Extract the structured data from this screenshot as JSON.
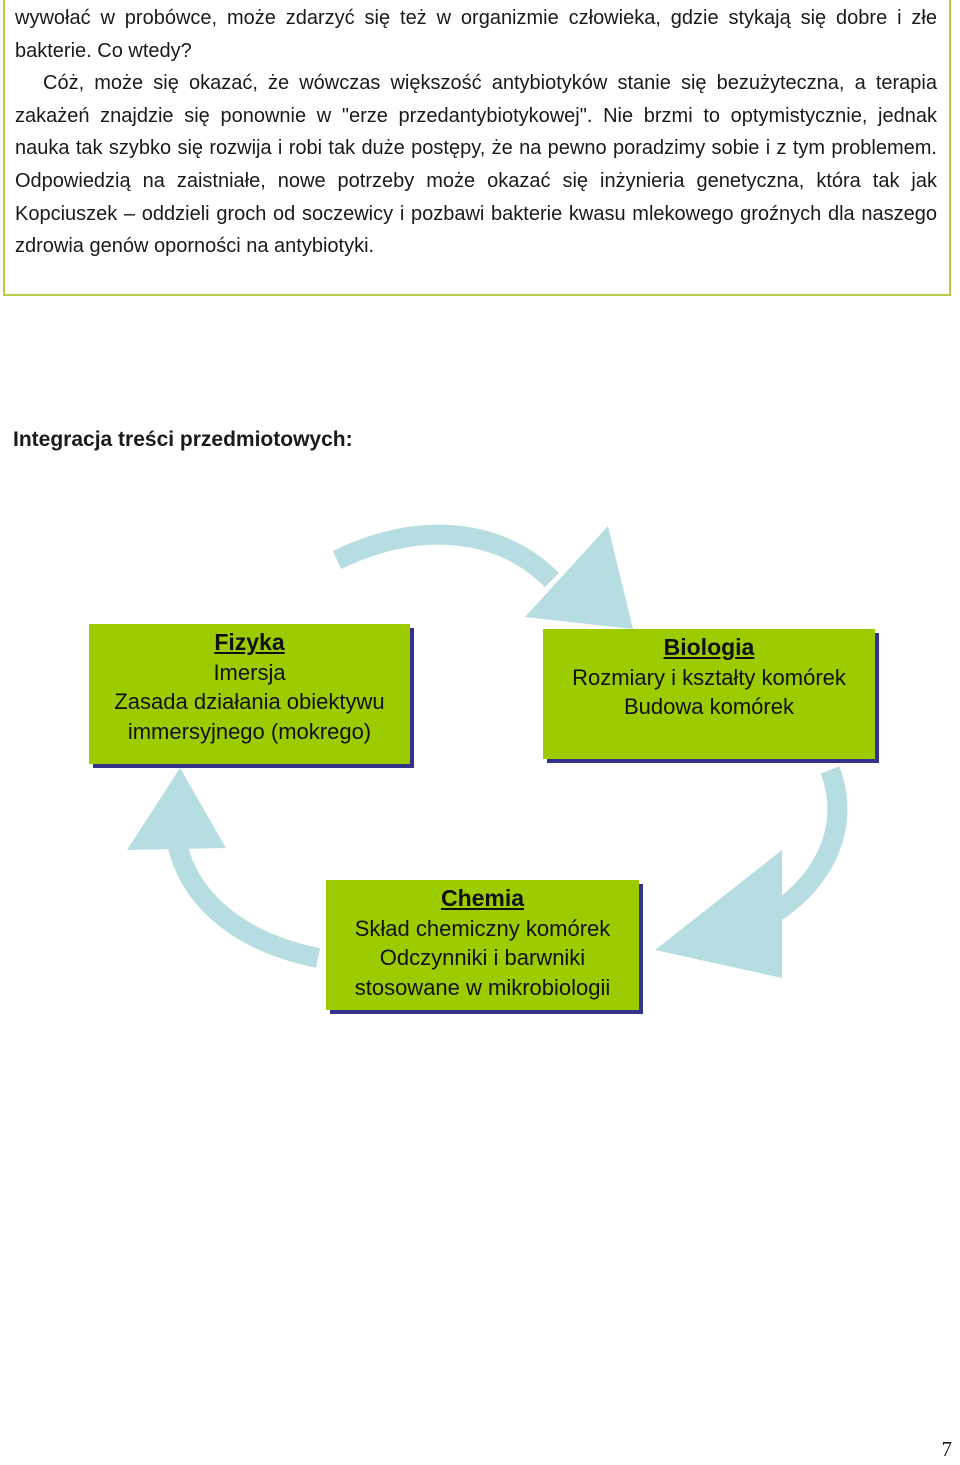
{
  "body_text": {
    "paragraph_1": "wywołać w probówce, może zdarzyć się też w organizmie człowieka, gdzie stykają się dobre i złe bakterie. Co wtedy?",
    "paragraph_2": "Cóż, może się okazać, że wówczas większość antybiotyków stanie się bezużyteczna, a terapia zakażeń znajdzie się ponownie w \"erze przedantybiotykowej\". Nie brzmi to optymistycznie, jednak nauka tak szybko się rozwija i robi tak duże postępy, że na pewno poradzimy sobie i z tym problemem. Odpowiedzią na zaistniałe, nowe potrzeby może okazać się inżynieria genetyczna, która tak jak Kopciuszek – oddzieli groch od soczewicy i pozbawi bakterie kwasu mlekowego groźnych dla naszego zdrowia genów oporności na antybiotyki."
  },
  "section_heading": "Integracja treści przedmiotowych:",
  "diagram": {
    "fizyka": {
      "title": "Fizyka",
      "lines": [
        "Imersja",
        "Zasada działania obiektywu",
        "immersyjnego (mokrego)"
      ]
    },
    "biologia": {
      "title": "Biologia",
      "lines": [
        "Rozmiary i kształty komórek",
        "Budowa komórek"
      ]
    },
    "chemia": {
      "title": "Chemia",
      "lines": [
        "Skład chemiczny komórek",
        "Odczynniki i barwniki",
        "stosowane w mikrobiologii"
      ]
    },
    "colors": {
      "box_fill": "#9ccc00",
      "box_shadow": "#33338c",
      "arrow": "#b6dde2",
      "frame_border": "#b5cc4a"
    },
    "arrow_icon": "curved-cycle-arrow"
  },
  "page_number": "7"
}
